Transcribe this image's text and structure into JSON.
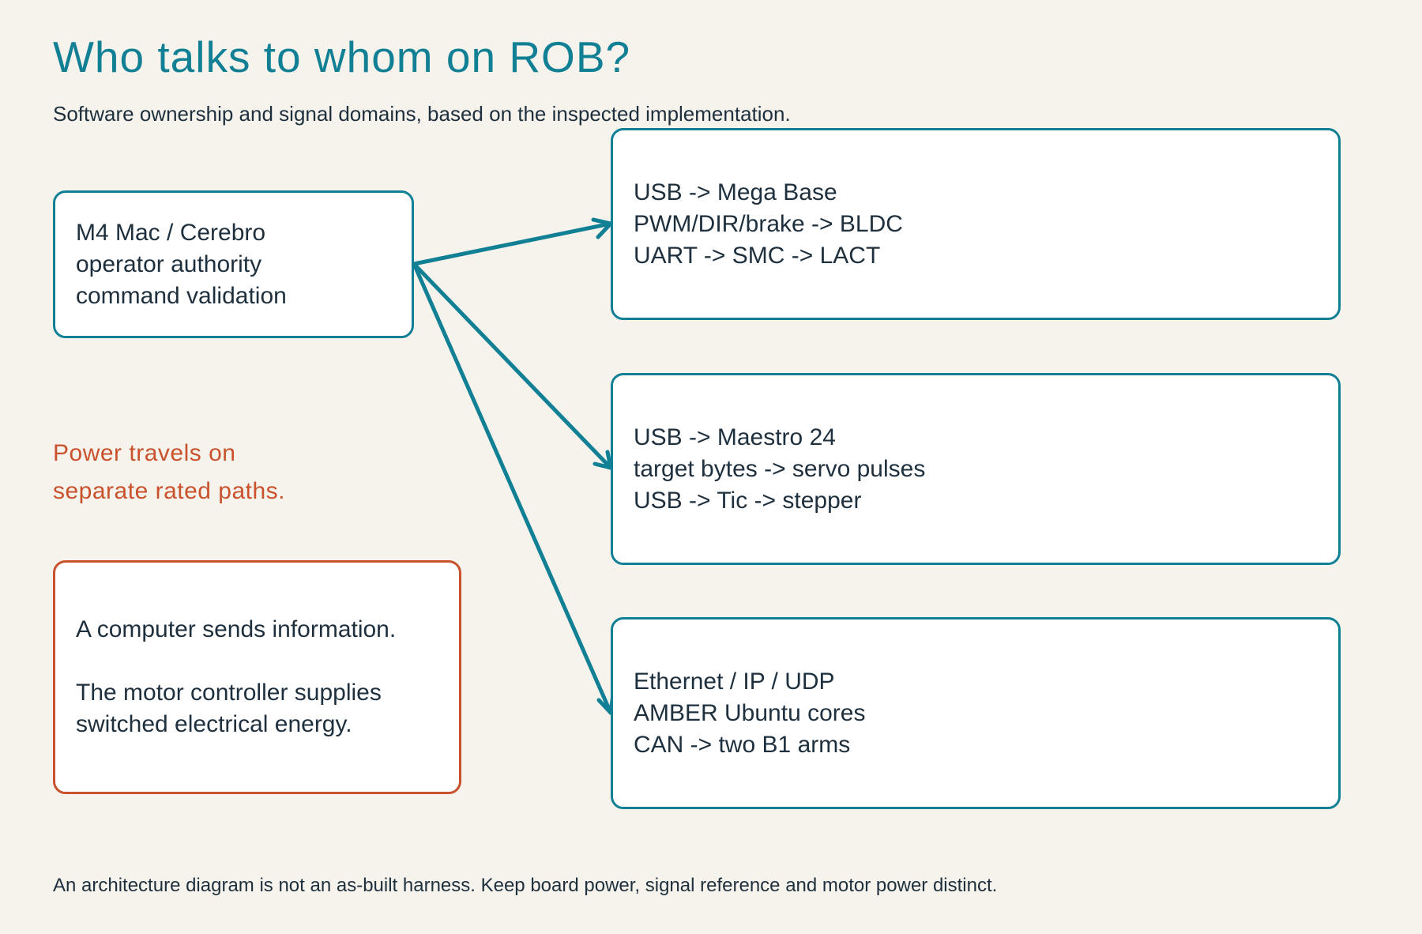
{
  "header": {
    "title": "Who talks to whom on ROB?",
    "subtitle": "Software ownership and signal domains, based on the inspected implementation."
  },
  "source_box": {
    "lines": [
      "M4 Mac / Cerebro",
      "operator authority",
      "command validation"
    ]
  },
  "target_boxes": [
    {
      "lines": [
        "USB -> Mega Base",
        "PWM/DIR/brake -> BLDC",
        "UART -> SMC -> LACT"
      ]
    },
    {
      "lines": [
        "USB -> Maestro 24",
        "target bytes -> servo pulses",
        "USB -> Tic -> stepper"
      ]
    },
    {
      "lines": [
        "Ethernet / IP / UDP",
        "AMBER Ubuntu cores",
        "CAN -> two B1 arms"
      ]
    }
  ],
  "power_note": {
    "lines": [
      "Power travels on",
      "separate rated paths."
    ]
  },
  "info_box": {
    "line1": "A computer sends information.",
    "line2": "The motor controller supplies",
    "line3": "switched electrical energy."
  },
  "footer": "An architecture diagram is not an as-built harness. Keep board power, signal reference and motor power distinct.",
  "colors": {
    "background": "#f5f3ec",
    "accent_teal": "#117f94",
    "accent_orange": "#c9522d",
    "text": "#1e2f3d",
    "box_fill": "#ffffff"
  }
}
